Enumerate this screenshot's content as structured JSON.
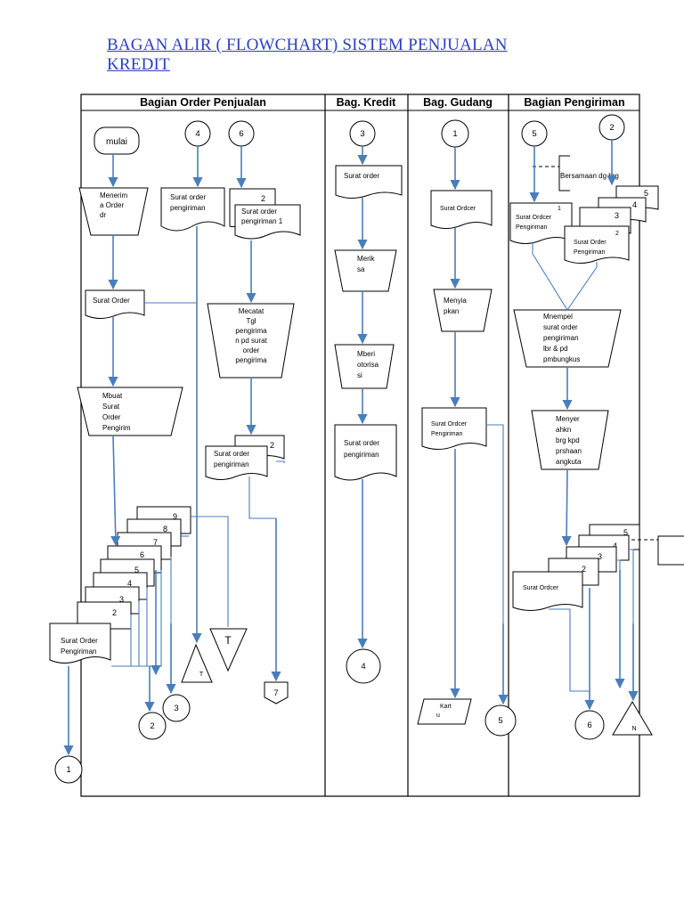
{
  "title": "BAGAN ALIR ( FLOWCHART) SISTEM PENJUALAN KREDIT",
  "lanes": {
    "order": "Bagian Order Penjualan",
    "kredit": "Bag. Kredit",
    "gudang": "Bag. Gudang",
    "pengiriman": "Bagian  Pengiriman"
  },
  "order": {
    "start": "mulai",
    "conn4": "4",
    "conn6": "6",
    "menerima": [
      "Menerim",
      "a Order",
      "dr"
    ],
    "doc_surat_order_pengiriman": [
      "Surat order",
      "pengiriman"
    ],
    "doc2_num": "2",
    "doc2_text": [
      "Surat order",
      "pengiriman 1"
    ],
    "doc_surat_order": "Surat Order",
    "mencatat": [
      "Mecatat",
      "Tgl",
      "pengirima",
      "n pd surat",
      "order",
      "pengirima"
    ],
    "membuat": [
      "Mbuat",
      "Surat",
      "Order",
      "Pengirim"
    ],
    "doc3_num": "2",
    "doc3_text": [
      "Surat order",
      "pengiriman"
    ],
    "stack_nums": [
      "9",
      "8",
      "7",
      "6",
      "5",
      "4",
      "3",
      "2"
    ],
    "final_doc": [
      "Surat Order",
      "Pengiriman"
    ],
    "file_T_big": "T",
    "file_T_small": "T",
    "off7": "7",
    "conn1": "1",
    "conn2": "2",
    "conn3": "3"
  },
  "kredit": {
    "conn3": "3",
    "doc_surat_order": "Surat order",
    "periksa": [
      "Merik",
      "sa"
    ],
    "otorisasi": [
      "Mberi",
      "otorisa",
      "si"
    ],
    "doc_sop": [
      "Surat order",
      "pengiriman"
    ],
    "conn4": "4"
  },
  "gudang": {
    "conn1": "1",
    "doc_surat_order": "Surat Ordcer",
    "menyiapkan": [
      "Menyia",
      "pkan"
    ],
    "doc_sop": [
      "Surat Ordcer",
      "Pengiriman"
    ],
    "kartu": [
      "Kart",
      "u"
    ],
    "conn5": "5"
  },
  "pengiriman": {
    "conn5": "5",
    "conn2": "2",
    "annotation": "Bersamaan dg brg",
    "stack_nums": [
      "5",
      "4",
      "3",
      "2",
      "1"
    ],
    "doc1_text": [
      "Surat Ordcer",
      "Pengiriman"
    ],
    "doc2_text": [
      "Surat Order",
      "Pengiriman"
    ],
    "menempel": [
      "Mnempel",
      "surat order",
      "pengiriman",
      "lbr & pd",
      "pmbungkus"
    ],
    "menyerahkan": [
      "Menyer",
      "ahkn",
      "brg kpd",
      "prshaan",
      "angkuta"
    ],
    "stack2_nums": [
      "5",
      "4",
      "3",
      "2"
    ],
    "doc_surat_ordcer": "Surat Ordcer",
    "conn6": "6",
    "file_N": "N"
  }
}
